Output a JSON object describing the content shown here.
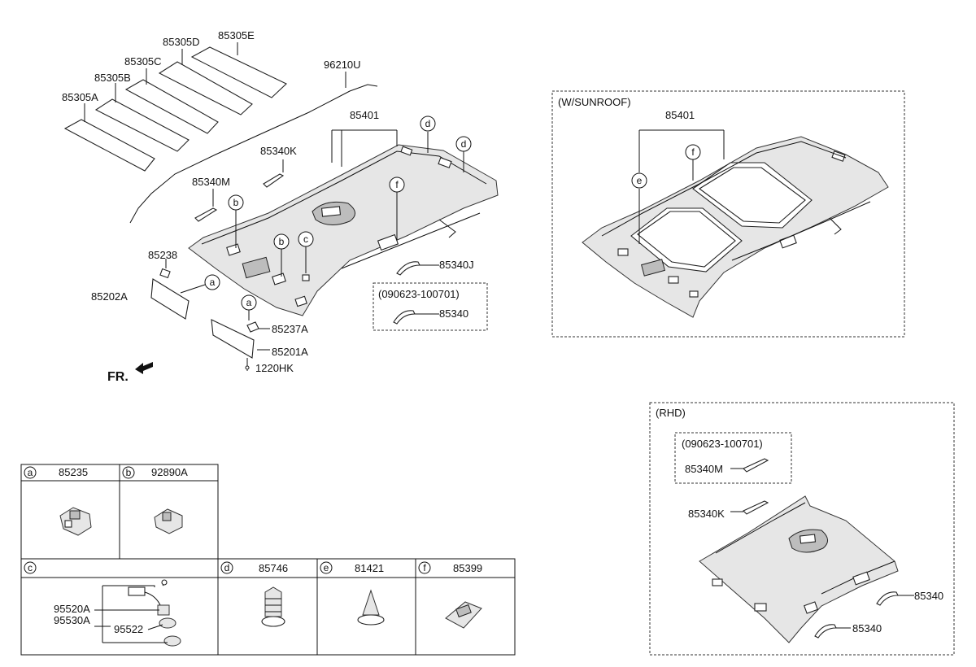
{
  "callouts": {
    "c85305A": "85305A",
    "c85305B": "85305B",
    "c85305C": "85305C",
    "c85305D": "85305D",
    "c85305E": "85305E",
    "c96210U": "96210U",
    "c85401_main": "85401",
    "c85340K": "85340K",
    "c85340M": "85340M",
    "c85238": "85238",
    "c85202A": "85202A",
    "c85237A": "85237A",
    "c85201A": "85201A",
    "c1220HK": "1220HK",
    "c85340J": "85340J",
    "c85340_main": "85340",
    "fr": "FR."
  },
  "variant_box": {
    "date_range": "(090623-100701)"
  },
  "sunroof_panel": {
    "title": "(W/SUNROOF)",
    "c85401": "85401"
  },
  "rhd_panel": {
    "title": "(RHD)",
    "date_range": "(090623-100701)",
    "c85340M": "85340M",
    "c85340K": "85340K",
    "c85340_a": "85340",
    "c85340_b": "85340"
  },
  "letters": {
    "a": "a",
    "b": "b",
    "c": "c",
    "d": "d",
    "e": "e",
    "f": "f"
  },
  "legend": {
    "a": "85235",
    "b": "92890A",
    "c_parts": [
      "95520A",
      "95530A",
      "95522"
    ],
    "d": "85746",
    "e": "81421",
    "f": "85399"
  }
}
